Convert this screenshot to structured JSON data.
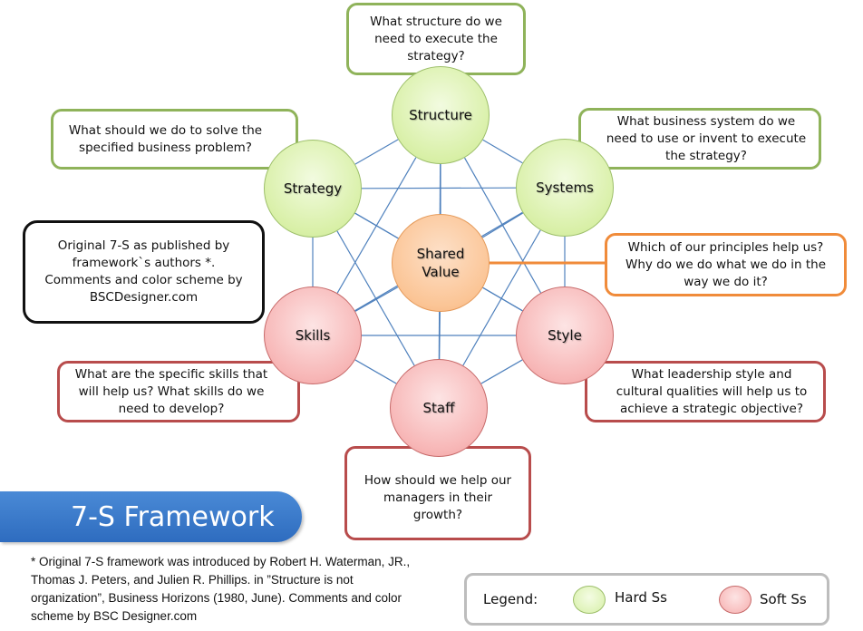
{
  "title": "7-S Framework",
  "colors": {
    "hard": "#d9f0a8",
    "soft": "#f7b6b6",
    "shared": "#fbc596",
    "hard_border": "#8fb35a",
    "soft_border": "#b84c4c",
    "shared_border": "#f08b3a",
    "connector": "#4f81bd",
    "title_bar": "#3a7bd5"
  },
  "nodes": {
    "structure": "Structure",
    "strategy": "Strategy",
    "systems": "Systems",
    "shared_value": "Shared Value",
    "skills": "Skills",
    "style": "Style",
    "staff": "Staff"
  },
  "questions": {
    "structure": "What structure do we need to execute the strategy?",
    "strategy": "What should we do to solve the specified business problem?",
    "systems": "What business system do we need to use or invent to execute the strategy?",
    "shared_value": "Which of our principles help us? Why do we do what we do in the way we do it?",
    "skills": "What are the specific skills that will help us? What skills do we need to develop?",
    "style": "What leadership style and cultural qualities will help us to achieve a strategic objective?",
    "staff": "How should we help our managers in their growth?"
  },
  "note": "Original 7-S as published by framework`s authors *. Comments and color scheme by BSCDesigner.com",
  "footnote": "* Original 7-S framework was introduced by Robert H. Waterman, JR., Thomas J. Peters, and Julien R. Phillips. in ”Structure is not organization”, Business Horizons (1980, June). Comments and color scheme by BSC Designer.com",
  "legend": {
    "label": "Legend:",
    "hard": "Hard Ss",
    "soft": "Soft Ss"
  }
}
